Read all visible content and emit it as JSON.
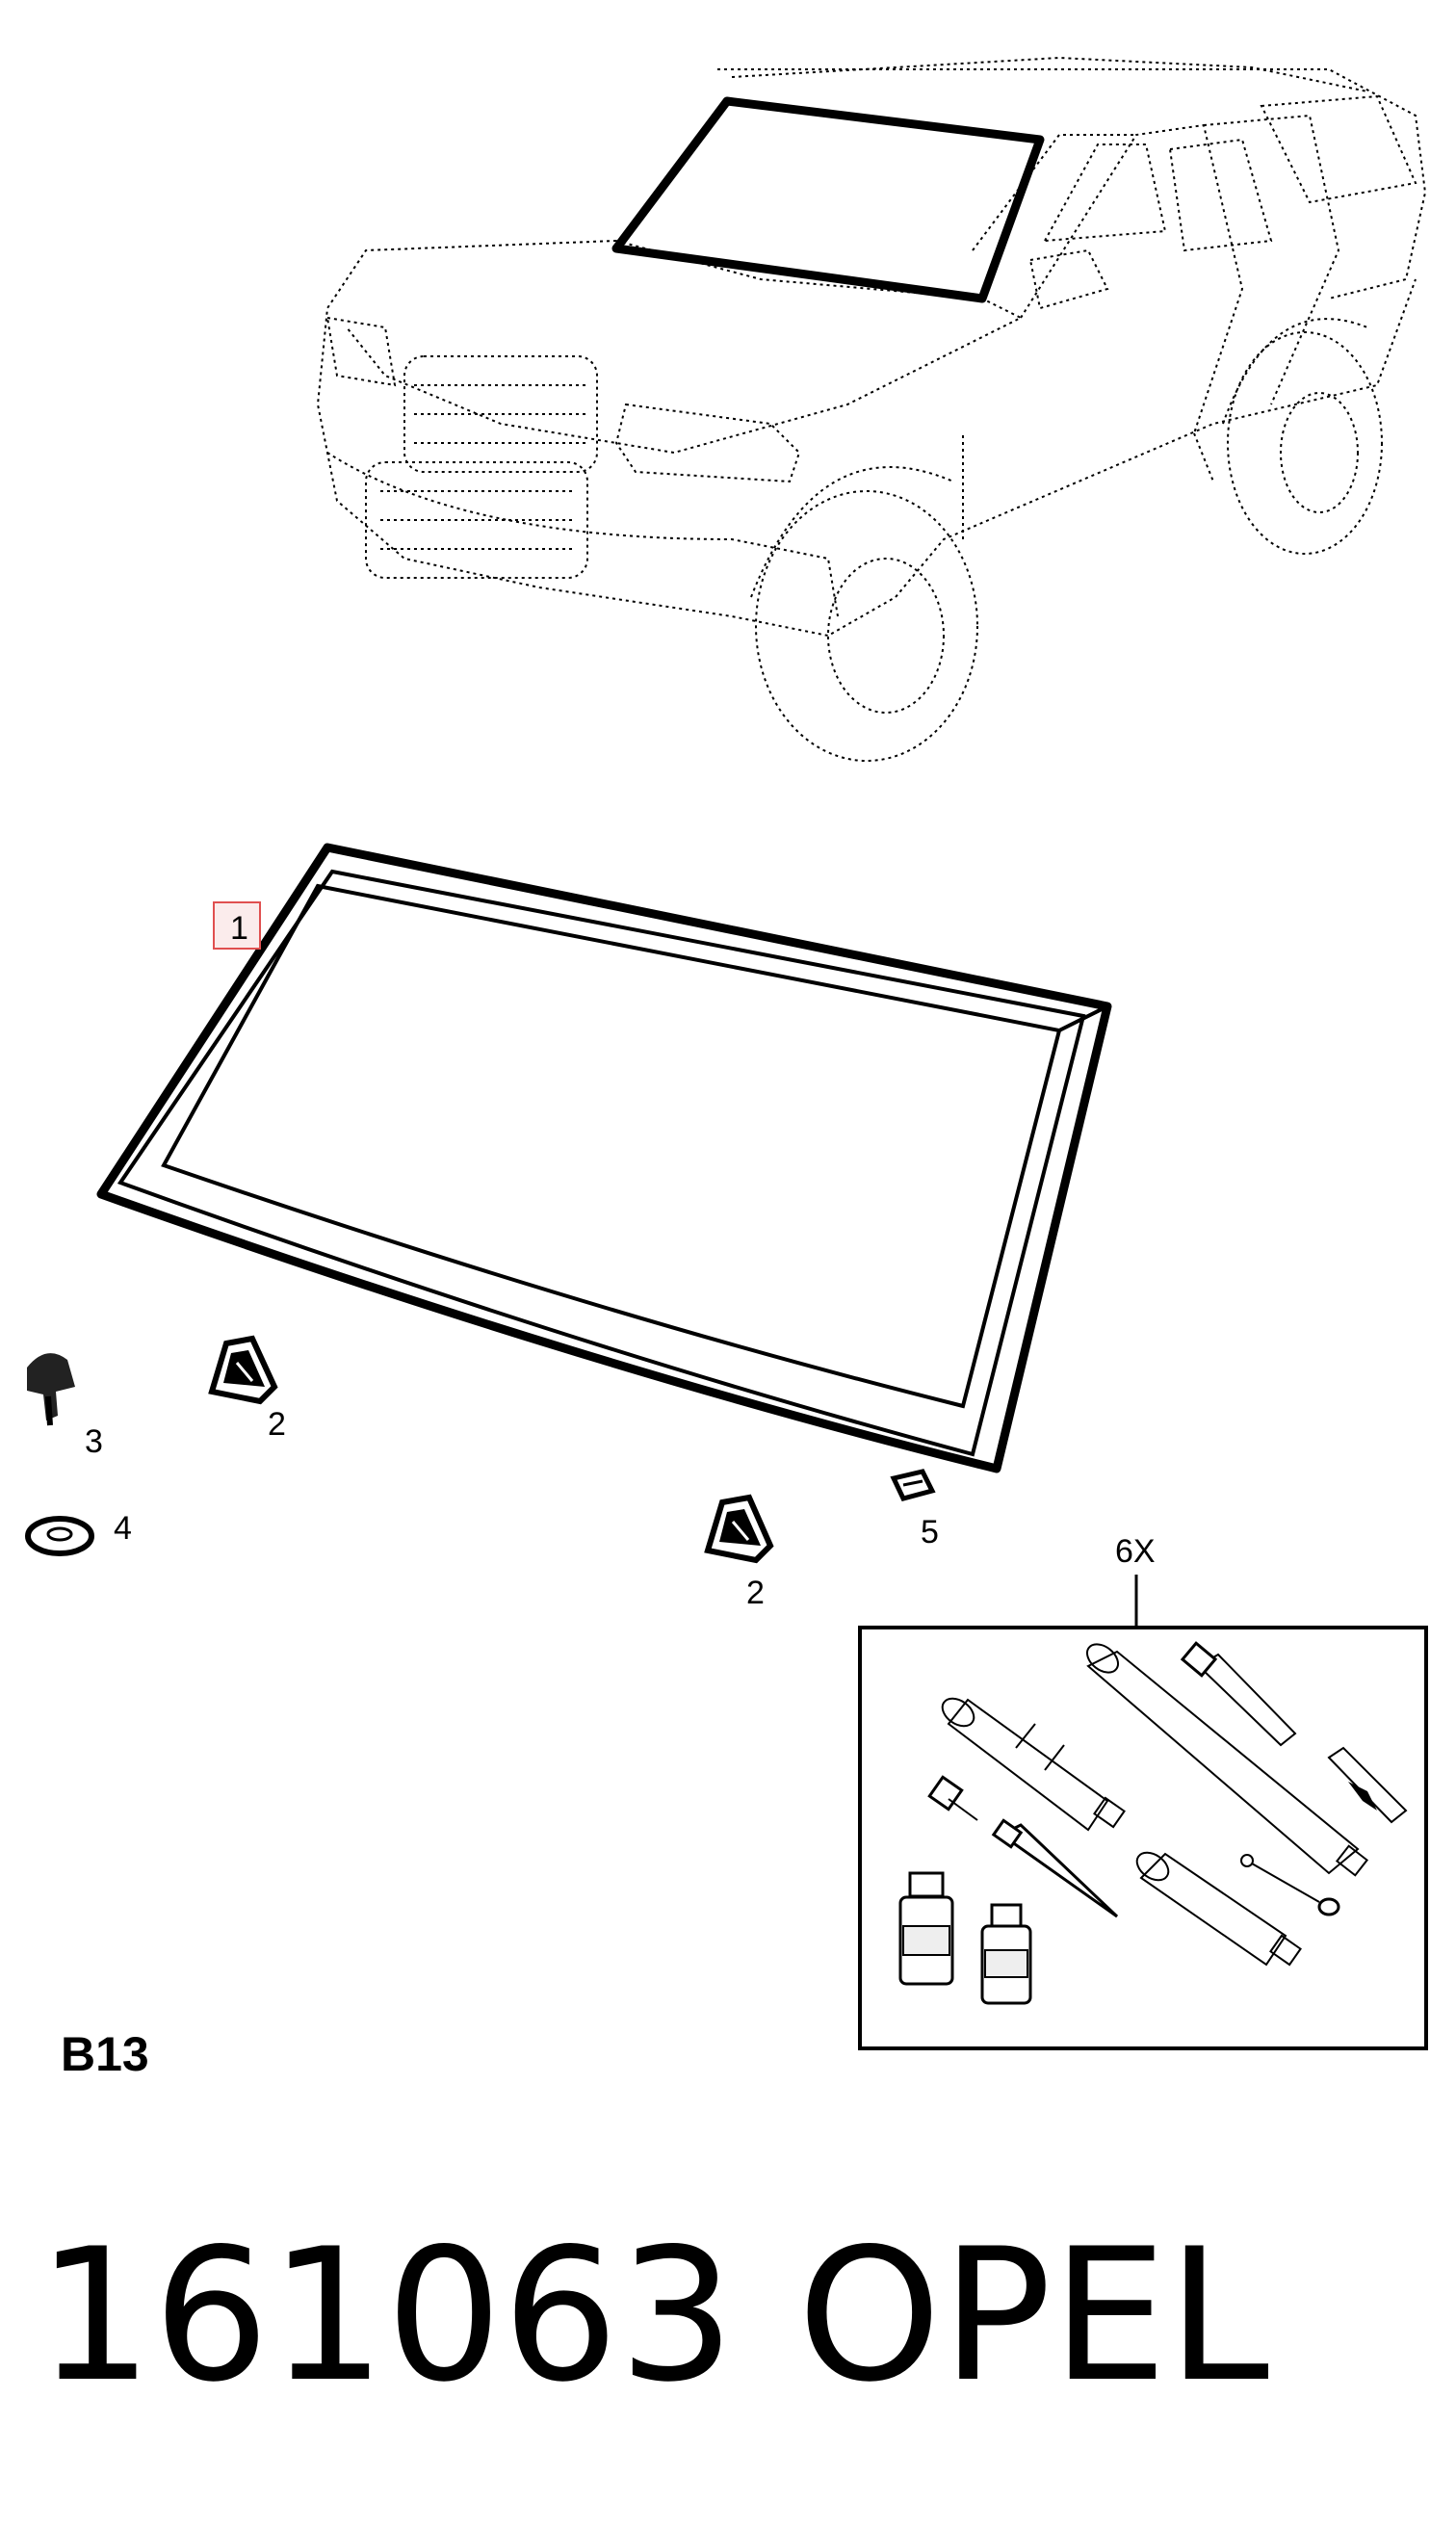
{
  "callouts": {
    "windshield": "1",
    "bracket_left": "2",
    "bracket_right": "2",
    "screw": "3",
    "washer": "4",
    "clip": "5",
    "kit_quantity": "6X"
  },
  "section_code": "B13",
  "part_number": "161063",
  "brand": "OPEL",
  "colors": {
    "line": "#000000",
    "highlight_box": "#e05050"
  }
}
